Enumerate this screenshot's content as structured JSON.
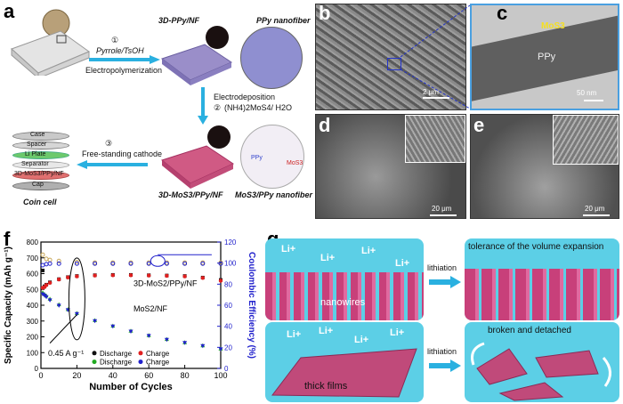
{
  "panels": {
    "a": "a",
    "b": "b",
    "c": "c",
    "d": "d",
    "e": "e",
    "f": "f",
    "g": "g"
  },
  "panel_a": {
    "step1_num": "①",
    "step1_reagent": "Pyrrole/TsOH",
    "step1_method": "Electropolymerization",
    "product1": "3D-PPy/NF",
    "nanofiber1": "PPy nanofiber",
    "step2_num": "②",
    "step2_method": "Electrodeposition",
    "step2_reagent": "(NH4)2MoS4/ H2O",
    "product2": "3D-MoS3/PPy/NF",
    "nanofiber2": "MoS3/PPy nanofiber",
    "nanofiber2_ppy": "PPy",
    "nanofiber2_mos": "MoS3",
    "step3_num": "③",
    "step3_method": "Free-standing cathode",
    "coin_cell": "Coin cell",
    "cell_layers": [
      "Case",
      "Spacer",
      "Li Plate",
      "Separator",
      "3D-MoS3/PPy/NF",
      "Cap"
    ]
  },
  "panel_b": {
    "scale": "2 μm"
  },
  "panel_c": {
    "label_mos": "MoS3",
    "label_ppy": "PPy",
    "scale": "50 nm"
  },
  "panel_d": {
    "scale": "20 μm"
  },
  "panel_e": {
    "scale": "20 μm"
  },
  "panel_g": {
    "top_left_label": "nanowires",
    "top_arrow": "lithiation",
    "top_right_label": "tolerance of the volume expansion",
    "bottom_left_label": "thick films",
    "bottom_arrow": "lithiation",
    "bottom_right_label": "broken and detached",
    "ion": "Li+"
  },
  "chart_data": {
    "type": "scatter",
    "xlabel": "Number of Cycles",
    "ylabel_left": "Specific Capacity (mAh g⁻¹)",
    "ylabel_right": "Coulombic Efficiency (%)",
    "xlim": [
      0,
      100
    ],
    "ylim_left": [
      0,
      800
    ],
    "ylim_right": [
      0,
      120
    ],
    "xticks": [
      0,
      20,
      40,
      60,
      80,
      100
    ],
    "yticks_left": [
      0,
      100,
      200,
      300,
      400,
      500,
      600,
      700,
      800
    ],
    "yticks_right": [
      0,
      20,
      40,
      60,
      80,
      100,
      120
    ],
    "annotation": "0.45 A g⁻¹",
    "legend_labels": [
      "3D-MoS2/PPy/NF",
      "MoS2/NF"
    ],
    "legend_bottom": [
      {
        "label": "Discharge",
        "color": "#111111",
        "marker": "square"
      },
      {
        "label": "Charge",
        "color": "#e02020",
        "marker": "circle"
      },
      {
        "label": "Discharge",
        "color": "#22aa22",
        "marker": "triangle-up"
      },
      {
        "label": "Charge",
        "color": "#2222cc",
        "marker": "triangle-down"
      }
    ],
    "series": [
      {
        "name": "3D-MoS2/PPy/NF Discharge",
        "axis": "left",
        "color": "#111111",
        "x": [
          1,
          2,
          3,
          5,
          10,
          15,
          20,
          30,
          40,
          50,
          60,
          70,
          80,
          90,
          100
        ],
        "y": [
          620,
          520,
          530,
          545,
          565,
          578,
          585,
          590,
          592,
          592,
          590,
          588,
          585,
          575,
          560
        ]
      },
      {
        "name": "3D-MoS2/PPy/NF Charge",
        "axis": "left",
        "color": "#e02020",
        "x": [
          1,
          2,
          3,
          5,
          10,
          15,
          20,
          30,
          40,
          50,
          60,
          70,
          80,
          90,
          100
        ],
        "y": [
          510,
          515,
          528,
          542,
          563,
          576,
          583,
          588,
          590,
          590,
          588,
          586,
          583,
          573,
          555
        ]
      },
      {
        "name": "MoS2/NF Discharge",
        "axis": "left",
        "color": "#22aa22",
        "x": [
          1,
          2,
          3,
          5,
          10,
          15,
          20,
          30,
          40,
          50,
          60,
          70,
          80,
          90,
          100
        ],
        "y": [
          480,
          470,
          460,
          440,
          405,
          375,
          350,
          305,
          270,
          238,
          210,
          185,
          165,
          145,
          125
        ]
      },
      {
        "name": "MoS2/NF Charge",
        "axis": "left",
        "color": "#2222cc",
        "x": [
          1,
          2,
          3,
          5,
          10,
          15,
          20,
          30,
          40,
          50,
          60,
          70,
          80,
          90,
          100
        ],
        "y": [
          470,
          462,
          452,
          432,
          398,
          370,
          345,
          300,
          266,
          234,
          206,
          182,
          162,
          142,
          122
        ]
      },
      {
        "name": "CE 3D-MoS2/PPy/NF",
        "axis": "right",
        "color": "#c9a85a",
        "x": [
          1,
          3,
          5,
          10,
          20,
          30,
          40,
          50,
          60,
          70,
          80,
          90,
          100
        ],
        "y": [
          108,
          104,
          103,
          102,
          101,
          100.5,
          100.5,
          100.5,
          100.5,
          100.5,
          100.5,
          100.5,
          100.5
        ]
      },
      {
        "name": "CE MoS2/NF",
        "axis": "right",
        "color": "#2222cc",
        "x": [
          1,
          3,
          5,
          10,
          20,
          30,
          40,
          50,
          60,
          70,
          80,
          90,
          100
        ],
        "y": [
          98,
          99,
          99.5,
          99.5,
          99.5,
          99.5,
          99.5,
          99.5,
          99.5,
          99.5,
          99.5,
          99.5,
          99.5
        ]
      }
    ]
  }
}
